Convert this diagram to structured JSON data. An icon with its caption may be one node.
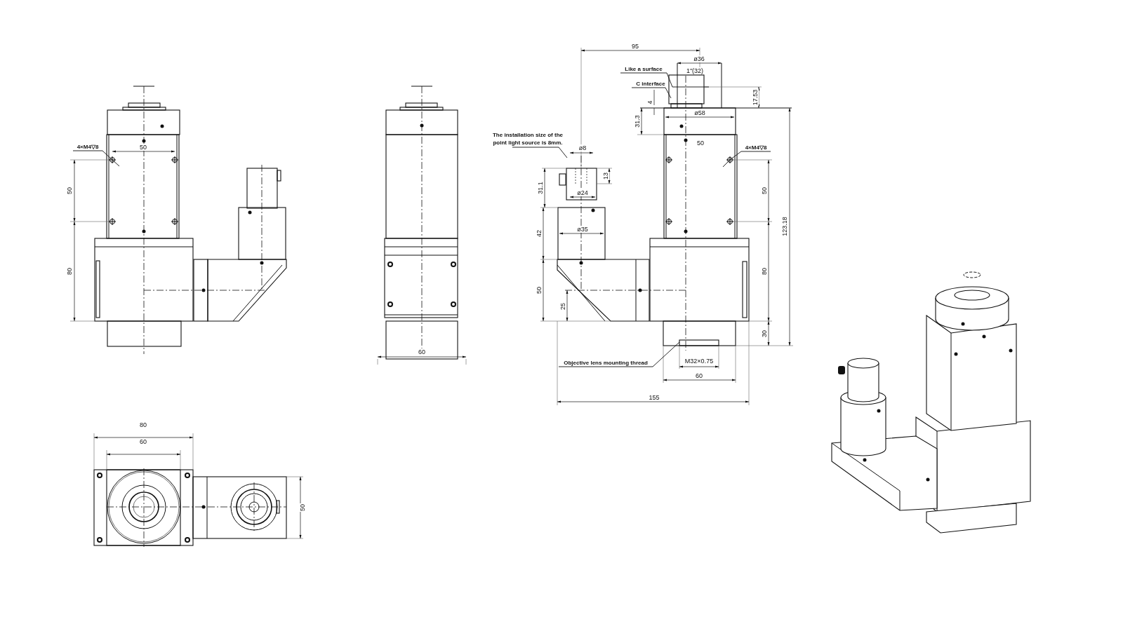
{
  "diagram": {
    "nodes": [
      {
        "text": [
          "4×M4▽8"
        ]
      },
      {
        "text": [
          "Like a surface"
        ]
      },
      {
        "text": [
          "C interface"
        ]
      },
      {
        "text": [
          "The installation size of the point light source is 8mm."
        ]
      },
      {
        "text": [
          "4×M4▽8"
        ]
      },
      {
        "text": [
          "Objective lens mounting thread"
        ]
      }
    ],
    "edges": [
      {
        "from": 0,
        "to": null,
        "arrow": "none"
      },
      {
        "from": 1,
        "to": null,
        "arrow": "none"
      },
      {
        "from": 2,
        "to": null,
        "arrow": "none"
      },
      {
        "from": 3,
        "to": null,
        "arrow": "none"
      },
      {
        "from": 4,
        "to": null,
        "arrow": "none"
      },
      {
        "from": 5,
        "to": null,
        "arrow": "none"
      }
    ],
    "labels": [
      "95",
      "ø36",
      "1\"(32)",
      "4",
      "17.53",
      "ø58",
      "31.3",
      "50",
      "ø8",
      "50",
      "13",
      "31.1",
      "50",
      "50",
      "ø24",
      "123.18",
      "ø35",
      "42",
      "80",
      "80",
      "50",
      "25",
      "30",
      "60",
      "M32×0.75",
      "60",
      "155",
      "80",
      "60",
      "50"
    ]
  }
}
